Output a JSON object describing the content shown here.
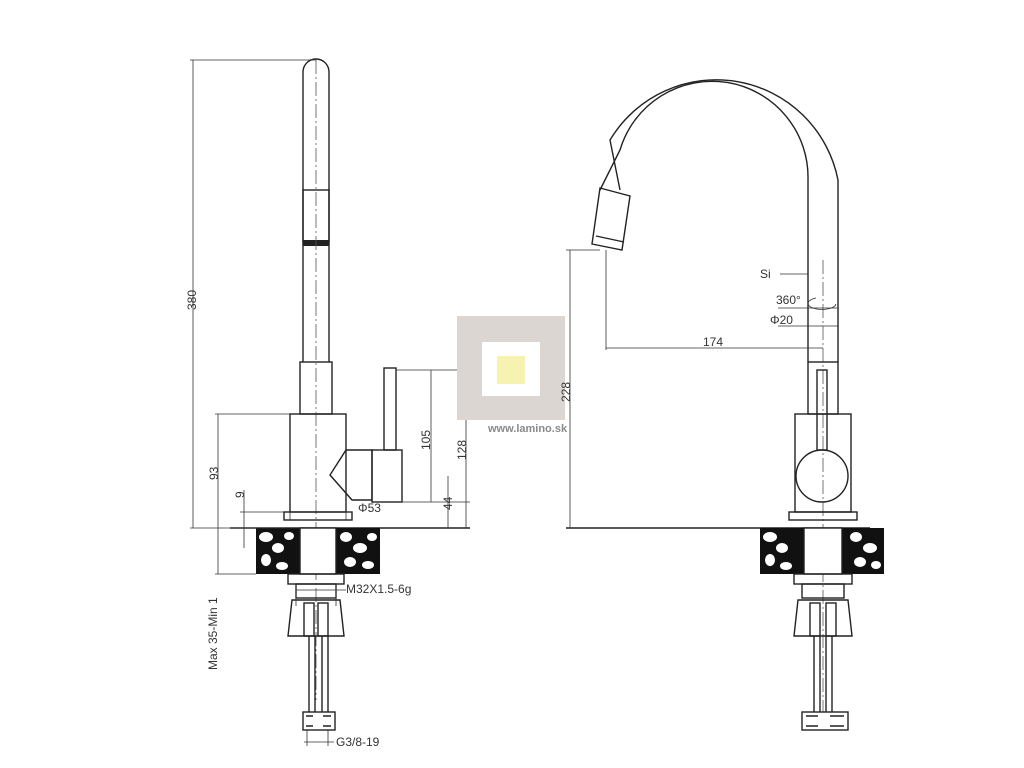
{
  "dimensions": {
    "height_total": "380",
    "base_height": "93",
    "lip": "9",
    "base_diameter": "Φ53",
    "lever_height": "105",
    "lever_total": "128",
    "lever_offset": "44",
    "thread": "M32X1.5-6g",
    "deck_thickness": "Max 35-Min 1",
    "hose_thread": "G3/8-19",
    "spout_height": "228",
    "spout_reach": "174",
    "spout_diameter": "Φ20",
    "rotation": "360°",
    "material": "Si"
  },
  "watermark": {
    "text": "www.lamino.sk",
    "box_color": "#dcd6d2",
    "inner_color": "#f6f3b0"
  }
}
